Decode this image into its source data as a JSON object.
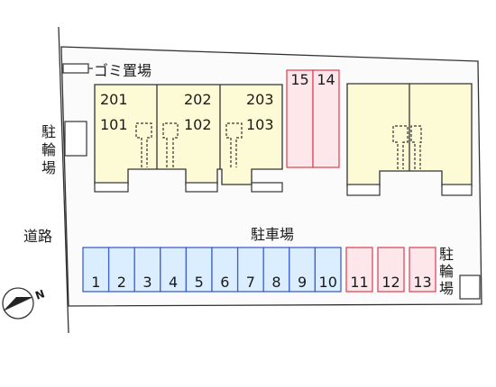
{
  "labels": {
    "garbage": "ゴミ置場",
    "bike_left": "駐輪場",
    "road": "道路",
    "parking": "駐車場",
    "bike_right": "駐輪場"
  },
  "units_left": [
    {
      "upper": "201",
      "lower": "101"
    },
    {
      "upper": "202",
      "lower": "102"
    },
    {
      "upper": "203",
      "lower": "103"
    }
  ],
  "top_spaces": [
    "15",
    "14"
  ],
  "blue_spaces": [
    "1",
    "2",
    "3",
    "4",
    "5",
    "6",
    "7",
    "8",
    "9",
    "10"
  ],
  "red_spaces": [
    "11",
    "12",
    "13"
  ],
  "compass": {
    "icon": "north-arrow-icon",
    "label": "N"
  },
  "colors": {
    "building": "#fdfbd5",
    "pink_fill": "#fde7ea",
    "pink_stroke": "#e0495a",
    "blue_fill": "#dbeeff",
    "blue_stroke": "#3f5fd0",
    "site_fill": "#fbfbfb",
    "line": "#333333"
  }
}
